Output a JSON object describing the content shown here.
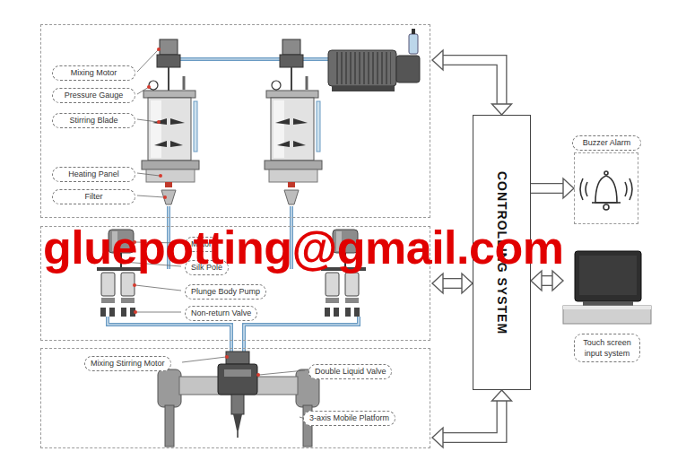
{
  "diagram": {
    "nodes": [
      {
        "text": []
      },
      {
        "text": [
          "Mixing Motor"
        ],
        "in": 0
      },
      {
        "text": [
          "Pressure Gauge"
        ],
        "in": 0
      },
      {
        "text": [
          "Stirring Blade"
        ],
        "in": 0
      },
      {
        "text": [
          "Heating Panel"
        ],
        "in": 0
      },
      {
        "text": [
          "Filter"
        ],
        "in": 0
      },
      {
        "text": []
      },
      {
        "text": [
          "Motor"
        ],
        "in": 6
      },
      {
        "text": [
          "Silk Pole"
        ],
        "in": 6
      },
      {
        "text": [
          "Plunge Body Pump"
        ],
        "in": 6
      },
      {
        "text": [
          "Non-return Valve"
        ],
        "in": 6
      },
      {
        "text": []
      },
      {
        "text": [
          "Mixing Stirring Motor"
        ],
        "in": 11
      },
      {
        "text": [
          "Double Liquid Valve"
        ],
        "in": 11
      },
      {
        "text": [
          "3-axis Mobile Platform"
        ],
        "in": 11
      },
      {
        "text": [
          "CONTROLLING SYSTEM"
        ]
      },
      {
        "text": [
          "Buzzer Alarm"
        ]
      },
      {
        "text": [
          "Touch screen input system"
        ]
      }
    ],
    "edges": [
      {
        "from": 0,
        "to": 15,
        "arrow": "both"
      },
      {
        "from": 6,
        "to": 15,
        "arrow": "both"
      },
      {
        "from": 11,
        "to": 15,
        "arrow": "both"
      },
      {
        "from": 15,
        "to": 16,
        "arrow": "to"
      },
      {
        "from": 15,
        "to": 17,
        "arrow": "both"
      }
    ],
    "labels": [
      "gluepotting@gmail.com"
    ]
  }
}
